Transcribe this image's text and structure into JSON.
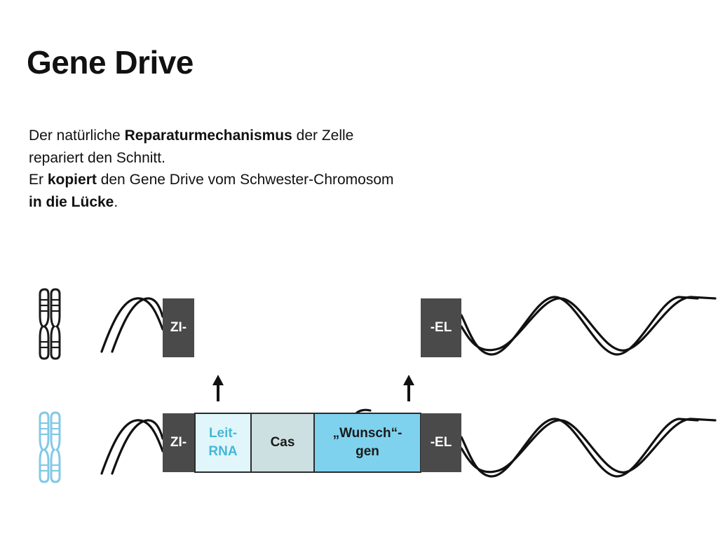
{
  "title": "Gene Drive",
  "description": {
    "p1": {
      "a": "Der natürliche ",
      "b": "Reparaturmechanismus",
      "c": " der Zelle repariert den Schnitt."
    },
    "p2": {
      "a": "Er ",
      "b": "kopiert",
      "c": " den Gene Drive vom Schwester-Chromosom ",
      "d": "in die Lücke",
      "e": "."
    }
  },
  "top_strand": {
    "left_label": "ZI-",
    "right_label": "-EL"
  },
  "bottom_strand": {
    "segments": {
      "zi": "ZI-",
      "leit_line1": "Leit-",
      "leit_line2": "RNA",
      "cas": "Cas",
      "wunsch_line1": "„Wunsch“-",
      "wunsch_line2": "gen",
      "el": "-EL"
    }
  },
  "colors": {
    "dark_box": "#4a4a4a",
    "leit_box": "#e0f6fb",
    "cas_box": "#cde0e1",
    "wunsch_box": "#7fd2ee",
    "chromosome_top": "#1a1a1a",
    "chromosome_bottom": "#82c9e6"
  },
  "icons": [
    "chromosome-icon-black",
    "chromosome-icon-blue",
    "arrow-up-icon"
  ]
}
